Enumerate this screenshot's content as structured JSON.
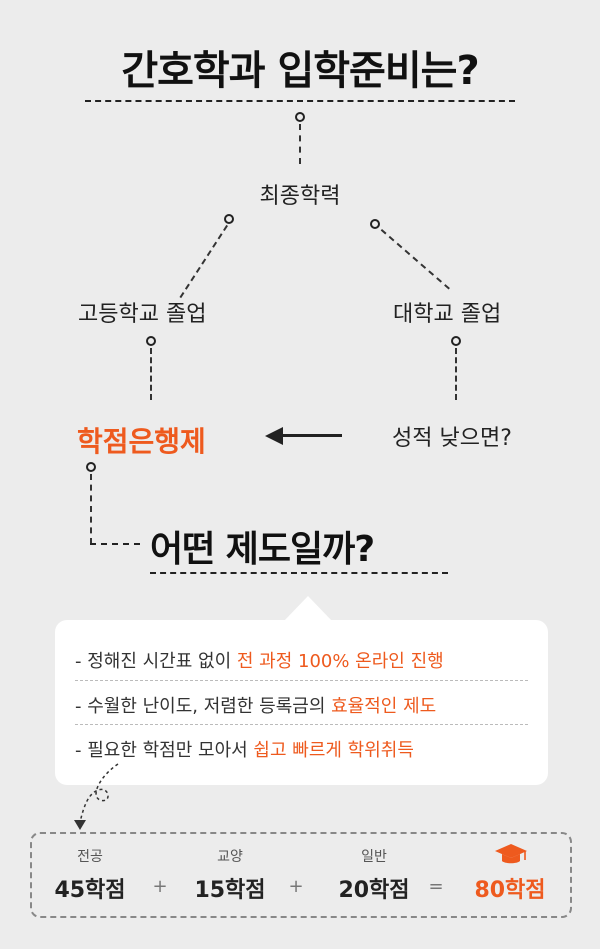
{
  "title": "간호학과 입학준비는?",
  "tree": {
    "root": "최종학력",
    "left": "고등학교 졸업",
    "right": "대학교 졸업",
    "left_result": "학점은행제",
    "right_condition": "성적 낮으면?"
  },
  "question": "어떤 제도일까?",
  "features": [
    {
      "prefix": "- 정해진 시간표 없이 ",
      "highlight": "전 과정 100% 온라인 진행"
    },
    {
      "prefix": "- 수월한 난이도, 저렴한 등록금의 ",
      "highlight": "효율적인 제도"
    },
    {
      "prefix": "- 필요한 학점만 모아서 ",
      "highlight": "쉽고 빠르게 학위취득"
    }
  ],
  "credits": {
    "items": [
      {
        "label": "전공",
        "value": "45학점"
      },
      {
        "label": "교양",
        "value": "15학점"
      },
      {
        "label": "일반",
        "value": "20학점"
      }
    ],
    "plus": "+",
    "equals": "=",
    "total": "80학점",
    "total_icon": "graduation-cap-icon"
  },
  "colors": {
    "accent": "#ee5a1e",
    "background": "#ececec"
  }
}
